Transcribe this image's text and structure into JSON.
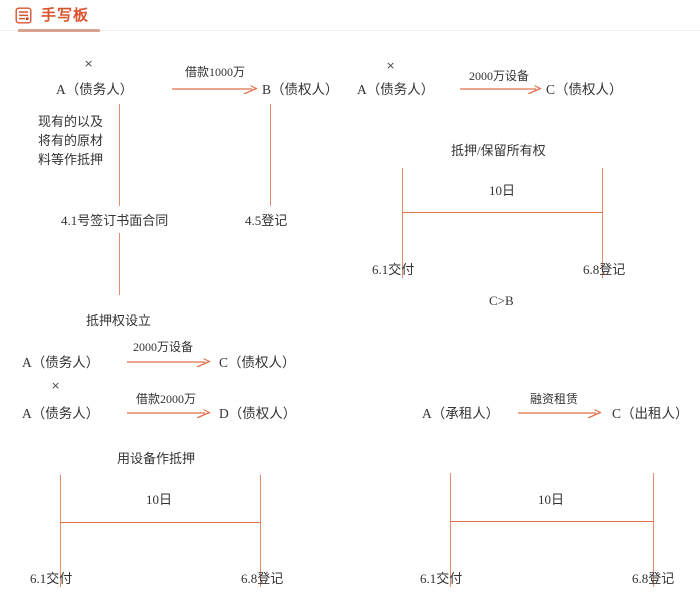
{
  "header": {
    "title": "手写板",
    "icon": "note-list-icon",
    "accent_color": "#d9552f",
    "rule_color": "#d9a392"
  },
  "theme": {
    "stroke_color": "#e0714a",
    "vline_color": "#e38b6d",
    "text_color": "#333333",
    "background": "#ffffff"
  },
  "diagrams": [
    {
      "id": "diagram-1",
      "left_party": "A（债务人）",
      "right_party": "B（债权人）",
      "x_mark": "×",
      "arrow_label": "借款1000万",
      "side_note": "现有的以及将有的原材料等作抵押",
      "left_timeline_label": "4.1号签订书面合同",
      "right_timeline_label": "4.5登记",
      "conclusion": "抵押权设立"
    },
    {
      "id": "diagram-2",
      "left_party": "A（债务人）",
      "right_party": "C（债权人）",
      "x_mark": "×",
      "arrow_label": "2000万设备",
      "bracket_label": "抵押/保留所有权",
      "duration_label": "10日",
      "left_timeline_label": "6.1交付",
      "right_timeline_label": "6.8登记",
      "conclusion": "C>B"
    },
    {
      "id": "diagram-3",
      "row1_left_party": "A（债务人）",
      "row1_right_party": "C（债权人）",
      "row1_arrow_label": "2000万设备",
      "row2_left_party": "A（债务人）",
      "row2_right_party": "D（债权人）",
      "row2_arrow_label": "借款2000万",
      "x_mark": "×",
      "bracket_label": "用设备作抵押",
      "duration_label": "10日",
      "left_timeline_label": "6.1交付",
      "right_timeline_label": "6.8登记"
    },
    {
      "id": "diagram-4",
      "left_party": "A（承租人）",
      "right_party": "C（出租人）",
      "arrow_label": "融资租赁",
      "duration_label": "10日",
      "left_timeline_label": "6.1交付",
      "right_timeline_label": "6.8登记"
    }
  ]
}
